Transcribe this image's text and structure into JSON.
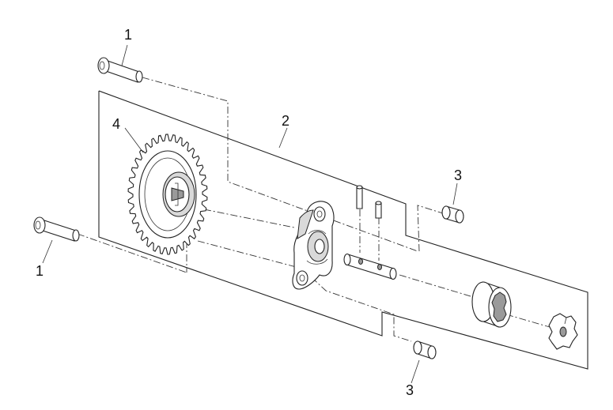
{
  "callouts": {
    "bolt_top": "1",
    "bolt_bottom": "1",
    "pump_assembly": "2",
    "dowel_right": "3",
    "dowel_bottom": "3",
    "gear": "4"
  }
}
